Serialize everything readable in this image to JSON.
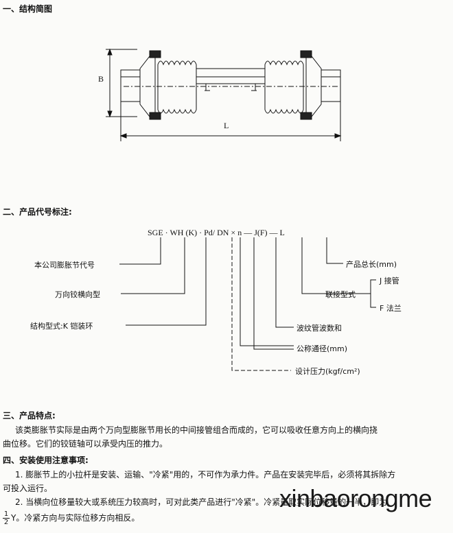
{
  "section1": {
    "title": "一、结构简图"
  },
  "diagram": {
    "dim_b": "B",
    "dim_l": "L"
  },
  "section2": {
    "title": "二、产品代号标注:",
    "code": "SGE · WH (K) · Pd/ DN × n — J(F) — L",
    "labels": {
      "company_code": "本公司膨胀节代号",
      "universal_type": "万向铰横向型",
      "structure": "结构型式:K 铠装环",
      "total_length": "产品总长(mm)",
      "connection": "联接型式",
      "j_pipe": "J 接管",
      "f_flange": "F 法兰",
      "wave_count": "波纹管波数和",
      "nominal_dia": "公称通径(mm)",
      "pressure": "设计压力(kgf/cm²)"
    }
  },
  "section3": {
    "title": "三、产品特点:",
    "line1": "该类膨胀节实际是由两个万向型膨胀节用长的中间接管组合而成的，它可以吸收任意方向上的横向挠",
    "line2": "曲位移。它们的铰链轴可以承受内压的推力。"
  },
  "section4": {
    "title": "四、安装使用注意事项:",
    "line1": "1. 膨胀节上的小拉杆是安装、运输、\"冷紧\"用的，不可作为承力件。产品在安装完毕后，必须将其拆除方",
    "line2": "可投入运行。",
    "line3": "2. 当横向位移量较大或系统压力较高时，可对此类产品进行\"冷紧\"。冷紧量取实际位移量的一半，即为",
    "frac_num": "1",
    "frac_den": "2",
    "line4": "Y。冷紧方向与实际位移方向相反。"
  },
  "watermark": "xinbaorongme"
}
